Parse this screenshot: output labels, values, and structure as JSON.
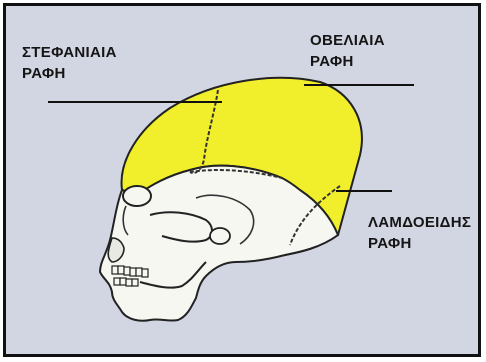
{
  "labels": {
    "coronal": [
      "ΣΤΕΦΑΝΙΑΙΑ",
      "ΡΑΦΗ"
    ],
    "sagittal": [
      "ΟΒΕΛΙΑΙΑ",
      "ΡΑΦΗ"
    ],
    "lambdoid": [
      "ΛΑΜΔΟΕΙΔΗΣ",
      "ΡΑΦΗ"
    ]
  },
  "colors": {
    "background": "#d2d6e3",
    "highlight": "#f1ef2b",
    "bone": "#f7f7f2",
    "outline": "#222222"
  }
}
